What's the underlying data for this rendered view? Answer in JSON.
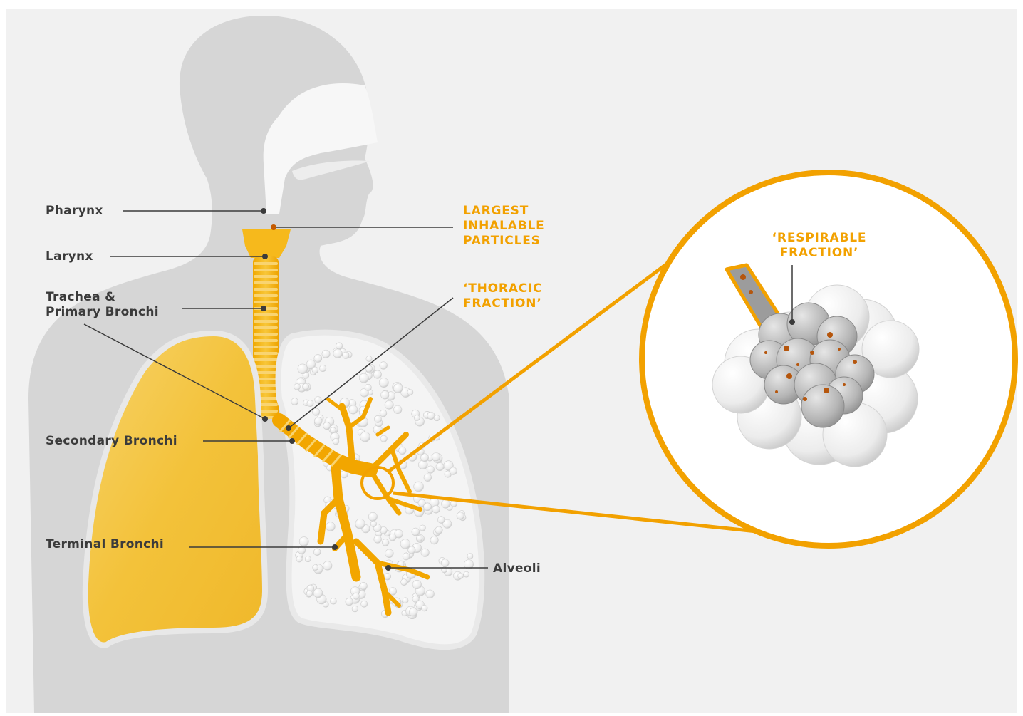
{
  "colors": {
    "background": "#f1f1f1",
    "silhouette": "#d6d6d6",
    "accent_orange": "#f2a100",
    "lung_yellow": "#f6c945",
    "label_text": "#3b3b3b",
    "alveoli_grey": "#b3b3b3"
  },
  "labels": {
    "pharynx": "Pharynx",
    "larynx": "Larynx",
    "trachea": "Trachea &\nPrimary Bronchi",
    "secondary_bronchi": "Secondary Bronchi",
    "terminal_bronchi": "Terminal Bronchi",
    "alveoli": "Alveoli",
    "largest_particles": "LARGEST\nINHALABLE\nPARTICLES",
    "thoracic_fraction": "‘THORACIC\nFRACTION’",
    "respirable_fraction": "‘RESPIRABLE\nFRACTION’"
  }
}
